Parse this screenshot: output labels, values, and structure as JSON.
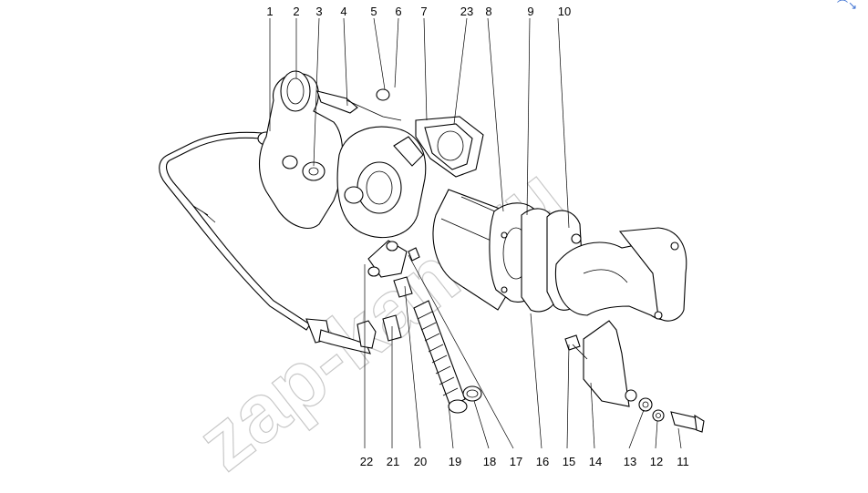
{
  "watermark": "zap-kam.ru",
  "corner_mark": "⌒↘",
  "callouts_top": [
    "1",
    "2",
    "3",
    "4",
    "5",
    "6",
    "7",
    "23",
    "8",
    "9",
    "10"
  ],
  "callouts_bottom": [
    "22",
    "21",
    "20",
    "19",
    "18",
    "17",
    "16",
    "15",
    "14",
    "13",
    "12",
    "11"
  ]
}
